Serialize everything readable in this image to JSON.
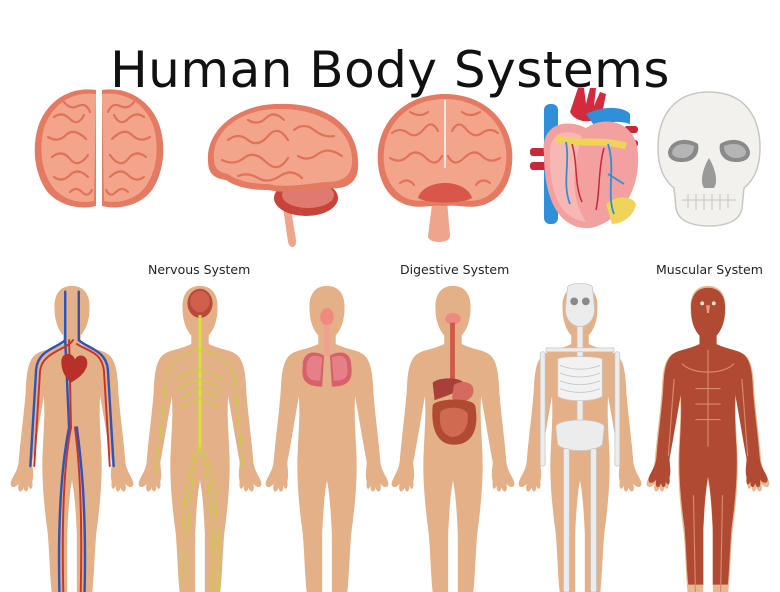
{
  "title": "Human Body Systems",
  "organs": [
    {
      "name": "brain-top-view"
    },
    {
      "name": "brain-side-view"
    },
    {
      "name": "brain-bottom-view"
    },
    {
      "name": "heart"
    },
    {
      "name": "skull"
    }
  ],
  "labels": {
    "nervous": "Nervous System",
    "digestive": "Digestive System",
    "muscular": "Muscular System"
  },
  "figures": [
    {
      "name": "circulatory-system"
    },
    {
      "name": "nervous-system"
    },
    {
      "name": "respiratory-system"
    },
    {
      "name": "digestive-system"
    },
    {
      "name": "skeletal-system"
    },
    {
      "name": "muscular-system"
    }
  ],
  "colors": {
    "skin": "#E3B088",
    "brain": "#F2A18A",
    "brain_dark": "#E0715A",
    "artery": "#C8342A",
    "vein": "#2D55B8",
    "nerve": "#D8E03A",
    "bone": "#E8E8E8",
    "muscle": "#B04A33"
  }
}
